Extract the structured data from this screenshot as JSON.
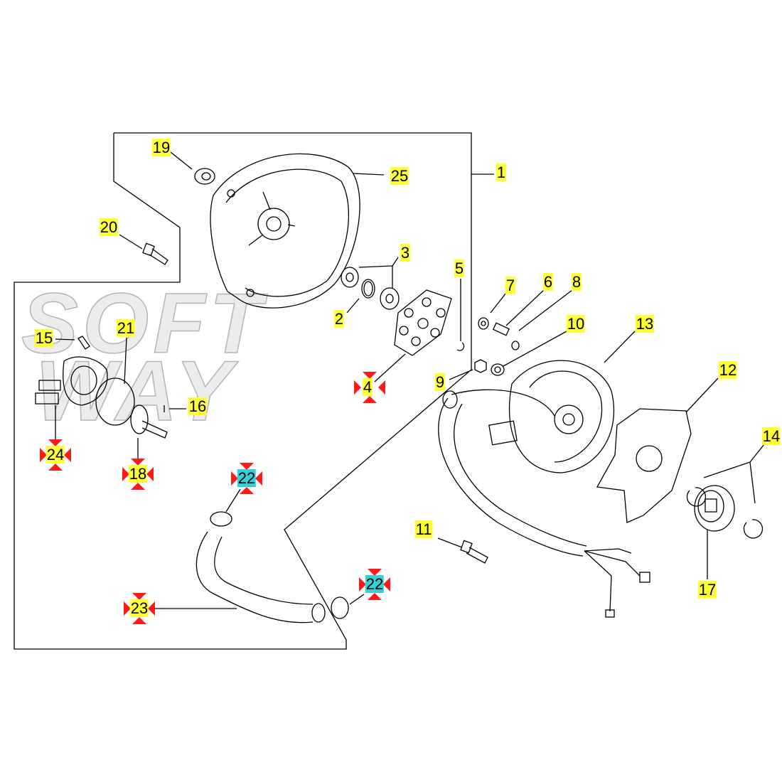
{
  "watermark": [
    "SOFT",
    "WAY"
  ],
  "callouts": [
    {
      "id": "19",
      "text": "19",
      "style": "yellow"
    },
    {
      "id": "25",
      "text": "25",
      "style": "yellow"
    },
    {
      "id": "1",
      "text": "1",
      "style": "yellow"
    },
    {
      "id": "20",
      "text": "20",
      "style": "yellow"
    },
    {
      "id": "3",
      "text": "3",
      "style": "yellow"
    },
    {
      "id": "5",
      "text": "5",
      "style": "yellow"
    },
    {
      "id": "7",
      "text": "7",
      "style": "yellow"
    },
    {
      "id": "6",
      "text": "6",
      "style": "yellow"
    },
    {
      "id": "8",
      "text": "8",
      "style": "yellow"
    },
    {
      "id": "2",
      "text": "2",
      "style": "yellow"
    },
    {
      "id": "10",
      "text": "10",
      "style": "yellow"
    },
    {
      "id": "13",
      "text": "13",
      "style": "yellow"
    },
    {
      "id": "15",
      "text": "15",
      "style": "yellow"
    },
    {
      "id": "21",
      "text": "21",
      "style": "yellow"
    },
    {
      "id": "4",
      "text": "4",
      "style": "yellow-marked"
    },
    {
      "id": "9",
      "text": "9",
      "style": "yellow"
    },
    {
      "id": "12",
      "text": "12",
      "style": "yellow"
    },
    {
      "id": "16",
      "text": "16",
      "style": "yellow"
    },
    {
      "id": "14",
      "text": "14",
      "style": "yellow"
    },
    {
      "id": "24",
      "text": "24",
      "style": "yellow-marked"
    },
    {
      "id": "18",
      "text": "18",
      "style": "yellow-marked"
    },
    {
      "id": "22a",
      "text": "22",
      "style": "cyan-marked"
    },
    {
      "id": "11",
      "text": "11",
      "style": "yellow"
    },
    {
      "id": "22b",
      "text": "22",
      "style": "cyan-marked"
    },
    {
      "id": "17",
      "text": "17",
      "style": "yellow"
    },
    {
      "id": "23",
      "text": "23",
      "style": "yellow-marked"
    }
  ],
  "colors": {
    "highlight": "#ffff33",
    "highlight_alt": "#33d0d8",
    "marker": "#ff1a1a",
    "line": "#000000"
  }
}
